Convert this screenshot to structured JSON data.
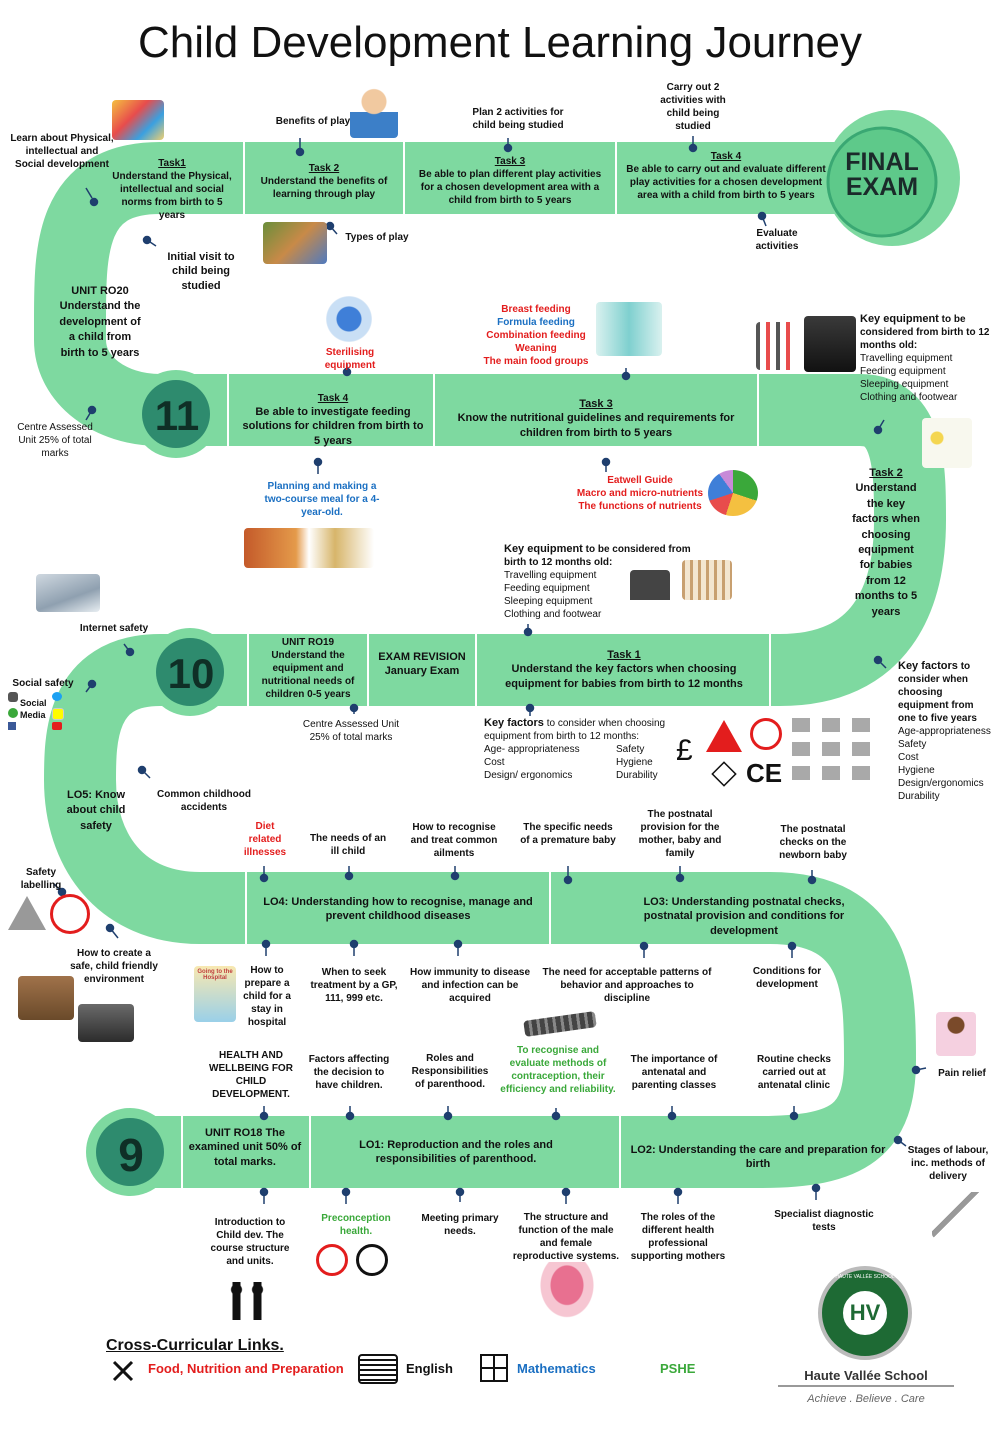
{
  "title": "Child Development Learning Journey",
  "final_exam": [
    "FINAL",
    "EXAM"
  ],
  "badges": {
    "y11": "11",
    "y10": "10",
    "y9": "9"
  },
  "row1": {
    "task1": {
      "head": "Task1",
      "body": "Understand the Physical, intellectual and social norms from birth to 5 years"
    },
    "task2": {
      "head": "Task 2",
      "body": "Understand the benefits of learning through play"
    },
    "task3": {
      "head": "Task 3",
      "body": "Be able to plan different play activities for a chosen development area with a child from birth to 5 years"
    },
    "task4": {
      "head": "Task 4",
      "body": "Be able to carry out and evaluate different play activities for a chosen development area with a child from birth to 5 years"
    },
    "learn_about": "Learn about Physical, intellectual and Social development",
    "benefits_of_play": "Benefits of play",
    "plan_two": "Plan 2 activities for child being studied",
    "carry_out_two": "Carry out 2 activities with child being studied",
    "types_of_play": "Types of play",
    "evaluate": "Evaluate activities",
    "initial_visit": "Initial visit to child being studied",
    "unit_ro20": "UNIT RO20 Understand the development of a child from birth to 5 years",
    "centre_assessed_25": "Centre Assessed Unit 25% of total marks"
  },
  "row2": {
    "task4": {
      "head": "Task 4",
      "body": "Be able to investigate feeding solutions for children from birth to 5 years"
    },
    "task3": {
      "head": "Task 3",
      "body": "Know the nutritional guidelines and requirements for children from birth to 5 years"
    },
    "sterilising": "Sterilising equipment",
    "feeding_topics": [
      {
        "text": "Breast feeding",
        "color": "red"
      },
      {
        "text": "Formula feeding",
        "color": "blue"
      },
      {
        "text": "Combination feeding",
        "color": "red"
      },
      {
        "text": "Weaning",
        "color": "red"
      },
      {
        "text": "The main food groups",
        "color": "red"
      }
    ],
    "planning": "Planning and making a two-course meal for a 4-year-old.",
    "eatwell": [
      "Eatwell Guide",
      "Macro and micro-nutrients",
      "The functions of nutrients"
    ],
    "key_equipment_right": {
      "head": "Key equipment",
      "rest": " to be considered from birth to 12 months old:",
      "items": [
        "Travelling equipment",
        "Feeding equipment",
        "Sleeping equipment",
        "Clothing and footwear"
      ]
    },
    "task2_right": {
      "head": "Task 2",
      "body": "Understand the key factors when choosing equipment for babies from 12 months to 5 years"
    },
    "key_equipment_mid": {
      "head": "Key equipment",
      "rest": " to be considered  from birth to 12 months old:",
      "items": [
        "Travelling equipment",
        "Feeding equipment",
        "Sleeping equipment",
        "Clothing and footwear"
      ]
    }
  },
  "row3": {
    "unit_ro19": "UNIT RO19 Understand the equipment and nutritional needs of children 0-5 years",
    "exam_revision": "EXAM REVISION January  Exam",
    "task1": {
      "head": "Task 1",
      "body": "Understand the key factors when choosing equipment for babies from birth to 12 months"
    },
    "internet_safety": "Internet safety",
    "social_safety": "Social safety",
    "social_media": "Social Media",
    "centre_assessed_unit": "Centre Assessed Unit 25% of total marks",
    "key_factors_mid": {
      "head": "Key factors",
      "rest": " to consider when choosing equipment from birth to 12 months:",
      "left": [
        "Age- appropriateness",
        "Cost",
        "Design/ ergonomics"
      ],
      "right": [
        "Safety",
        "Hygiene",
        "Durability"
      ]
    },
    "key_factors_right": {
      "head": "Key factors",
      "rest": " to consider when choosing equipment from one to five years",
      "items": [
        "Age-appropriateness",
        "Safety",
        "Cost",
        "Hygiene",
        "Design/ergonomics",
        "Durability"
      ]
    },
    "lo5": "LO5: Know about child safety",
    "common_accidents": "Common childhood accidents",
    "pound": "£",
    "ce": "CE"
  },
  "row4": {
    "lo4": "LO4: Understanding how to recognise, manage  and prevent childhood diseases",
    "lo3": "LO3: Understanding postnatal checks, postnatal provision and conditions for development",
    "diet": "Diet related illnesses",
    "ill_child": "The needs of an ill child",
    "recognise_treat": "How to recognise and treat common ailments",
    "premature": "The specific needs of a premature baby",
    "postnatal_provision": "The postnatal provision for the mother, baby and family",
    "postnatal_checks": "The postnatal checks on the newborn baby",
    "safety_labelling": "Safety labelling",
    "safe_env": "How to create a safe, child friendly environment",
    "hospital": "How to prepare a child for a stay in hospital",
    "seek_treatment": "When to seek treatment by a GP, 111, 999 etc.",
    "immunity": "How immunity to disease and infection can be acquired",
    "patterns": "The need for acceptable patterns of behavior and approaches to discipline",
    "conditions": "Conditions  for development",
    "book_title": "Going to the Hospital"
  },
  "row5": {
    "health_wellbeing": "HEALTH AND WELLBEING  FOR CHILD DEVELOPMENT.",
    "factors": "Factors affecting the decision to have children.",
    "roles": "Roles and Responsibilities of parenthood.",
    "contraception": "To recognise and evaluate methods of contraception, their efficiency and reliability.",
    "antenatal_importance": "The importance of antenatal and parenting classes",
    "routine_checks": "Routine checks carried out at antenatal clinic",
    "pain_relief": "Pain relief",
    "stages_labour": "Stages of labour, inc. methods of delivery",
    "unit_ro18": "UNIT RO18 The examined  unit 50% of total marks.",
    "lo1": "LO1: Reproduction and the roles and responsibilities of parenthood.",
    "lo2": "LO2: Understanding the care and preparation for birth",
    "intro": "Introduction  to Child dev. The course structure and units.",
    "preconception": "Preconception health.",
    "primary_needs": "Meeting primary needs.",
    "structure": "The structure and function of the male and female reproductive systems.",
    "roles_health": "The roles of the different health professional supporting mothers",
    "specialist": "Specialist diagnostic tests"
  },
  "cross": {
    "title": "Cross-Curricular Links.",
    "food": "Food, Nutrition and Preparation",
    "english": "English",
    "maths": "Mathematics",
    "pshe": "PSHE"
  },
  "school": {
    "initials": "HV",
    "ring_text": "HAUTE VALLÉE SCHOOL",
    "name": "Haute Vallée School",
    "motto": "Achieve . Believe . Care"
  },
  "colors": {
    "path": "#7ed9a0",
    "path_dark": "#5ec98a",
    "badge": "#2e8b6e",
    "pin": "#1f3f6e",
    "red": "#e31d1d",
    "blue": "#1a6fc2",
    "green": "#3aa83a"
  }
}
